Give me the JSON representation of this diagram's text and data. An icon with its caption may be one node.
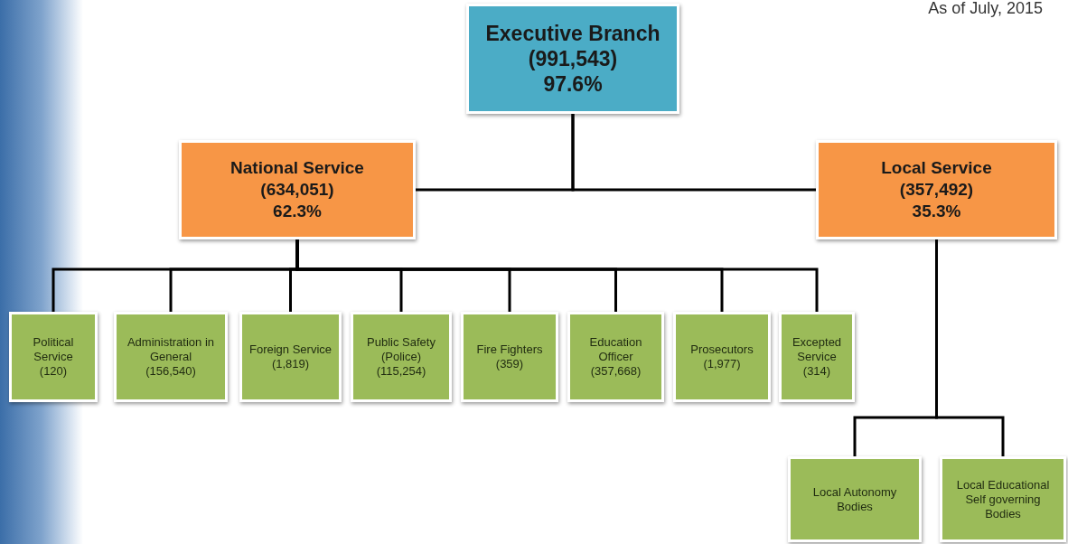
{
  "diagram": {
    "nodes": [
      {
        "text": [
          "Executive Branch",
          "(991,543)",
          "97.6%"
        ]
      },
      {
        "text": [
          "National Service",
          "(634,051)",
          "62.3%"
        ]
      },
      {
        "text": [
          "Local Service",
          "(357,492)",
          "35.3%"
        ]
      },
      {
        "text": [
          "Political Service",
          "(120)"
        ]
      },
      {
        "text": [
          "Administration in General",
          "(156,540)"
        ]
      },
      {
        "text": [
          "Foreign Service",
          "(1,819)"
        ]
      },
      {
        "text": [
          "Public Safety (Police)",
          "(115,254)"
        ]
      },
      {
        "text": [
          "Fire Fighters",
          "(359)"
        ]
      },
      {
        "text": [
          "Education Officer",
          "(357,668)"
        ]
      },
      {
        "text": [
          "Prosecutors",
          "(1,977)"
        ]
      },
      {
        "text": [
          "Excepted Service",
          "(314)"
        ]
      },
      {
        "text": [
          "Local Autonomy Bodies"
        ]
      },
      {
        "text": [
          "Local Educational Self governing Bodies"
        ]
      }
    ],
    "edges": [
      {
        "from": 0,
        "to": 1,
        "arrow": "none"
      },
      {
        "from": 0,
        "to": 2,
        "arrow": "none"
      },
      {
        "from": 1,
        "to": 3,
        "arrow": "none"
      },
      {
        "from": 1,
        "to": 4,
        "arrow": "none"
      },
      {
        "from": 1,
        "to": 5,
        "arrow": "none"
      },
      {
        "from": 1,
        "to": 6,
        "arrow": "none"
      },
      {
        "from": 1,
        "to": 7,
        "arrow": "none"
      },
      {
        "from": 1,
        "to": 8,
        "arrow": "none"
      },
      {
        "from": 1,
        "to": 9,
        "arrow": "none"
      },
      {
        "from": 1,
        "to": 10,
        "arrow": "none"
      },
      {
        "from": 2,
        "to": 11,
        "arrow": "none"
      },
      {
        "from": 2,
        "to": 12,
        "arrow": "none"
      }
    ],
    "labels": [
      "As of July, 2015"
    ]
  }
}
